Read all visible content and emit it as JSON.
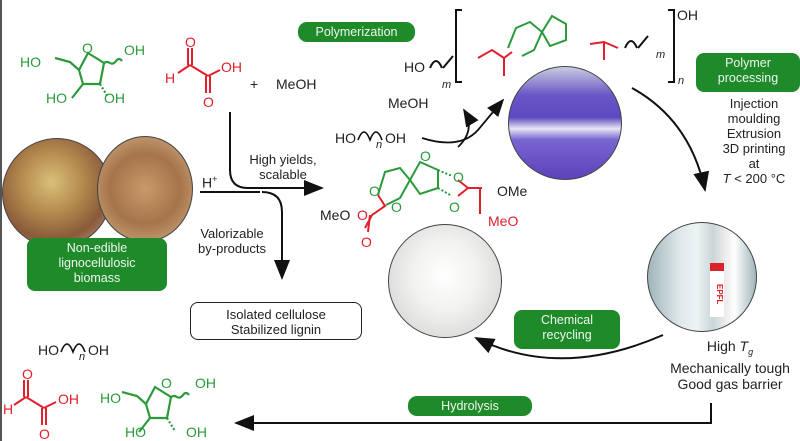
{
  "colors": {
    "green": "#2a9a3a",
    "red": "#e0202a",
    "pill_green": "#1f8a2a",
    "black": "#222222"
  },
  "reactants": {
    "sugar_labels": [
      "HO",
      "O",
      "OH",
      "HO",
      "OH"
    ],
    "glyoxylic_acid_labels": [
      "O",
      "H",
      "OH",
      "O"
    ],
    "plus": "+",
    "methanol": "MeOH"
  },
  "biomass": {
    "pill": [
      "Non-edible",
      "lignocellulosic",
      "biomass"
    ],
    "photos": [
      "corn-cob-photo",
      "wood-chips-photo"
    ]
  },
  "process": {
    "catalyst": "H",
    "catalyst_sup": "+",
    "yield_label": [
      "High yields,",
      "scalable"
    ],
    "byproducts_label": [
      "Valorizable",
      "by-products"
    ],
    "byproducts_box": [
      "Isolated cellulose",
      "Stabilized lignin"
    ]
  },
  "monomer": {
    "labels": [
      "MeO",
      "O",
      "O",
      "O",
      "O",
      "O",
      "O",
      "OMe",
      "O"
    ]
  },
  "polymerization": {
    "pill": "Polymerization",
    "diol": {
      "left": "HO",
      "sub": "n",
      "right": "OH"
    },
    "released": "MeOH",
    "polymer_labels": {
      "start": "HO",
      "m1": "m",
      "m2": "m",
      "n": "n",
      "end": "OH"
    }
  },
  "polymer_processing": {
    "pill": [
      "Polymer",
      "processing"
    ],
    "methods": [
      "Injection",
      "moulding",
      "Extrusion",
      "3D printing",
      "at"
    ],
    "temperature": {
      "var": "T",
      "rest": " < 200 °C"
    }
  },
  "properties": {
    "lines": [
      {
        "prefix": "High ",
        "var": "T",
        "sub": "g"
      },
      "Mechanically tough",
      "Good gas barrier"
    ],
    "photo_text": "EPFL"
  },
  "recycling": {
    "pill": [
      "Chemical",
      "recycling"
    ]
  },
  "hydrolysis": {
    "pill": "Hydrolysis",
    "products_diol": {
      "left": "HO",
      "sub": "n",
      "right": "OH"
    }
  }
}
